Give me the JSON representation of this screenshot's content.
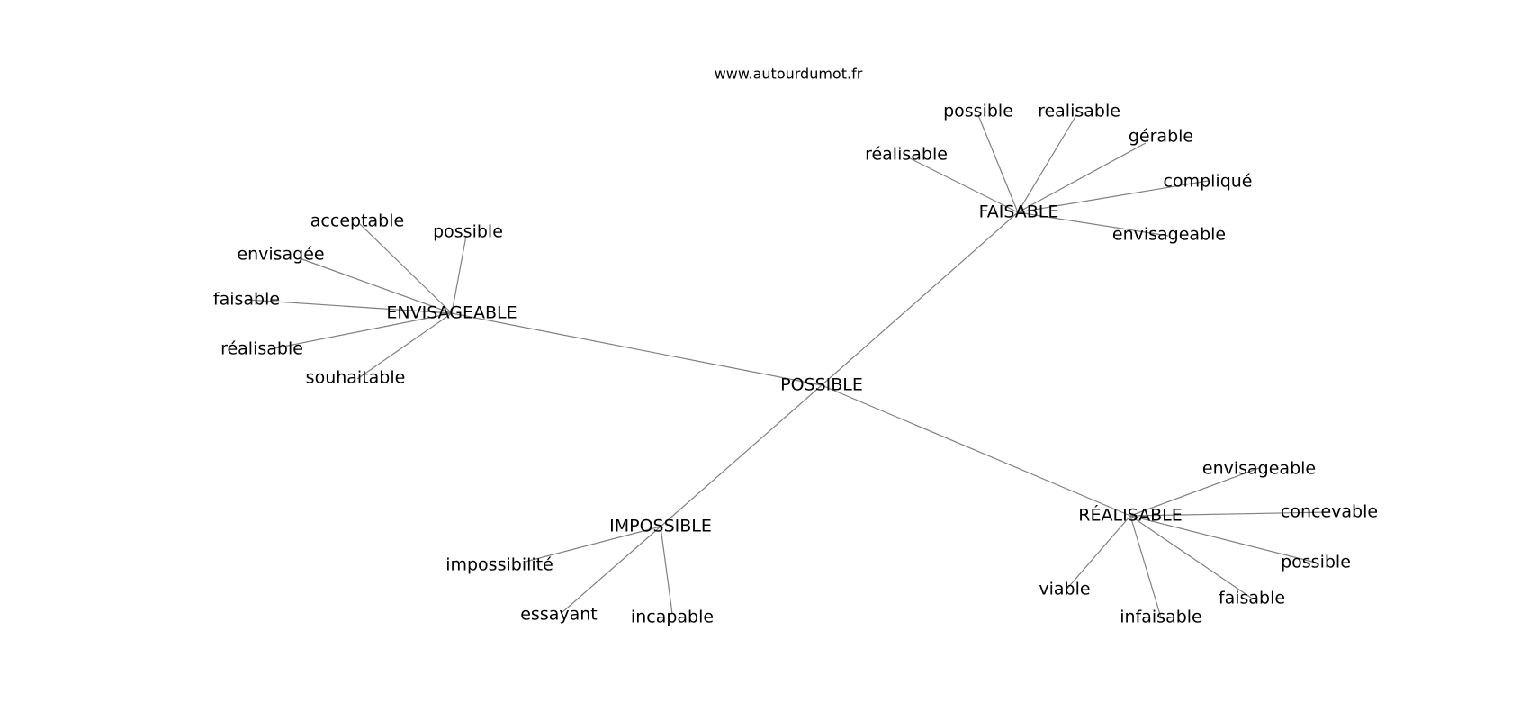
{
  "site": {
    "watermark": "www.autourdumot.fr"
  },
  "graph": {
    "center": "POSSIBLE",
    "branches": [
      {
        "id": "faisable",
        "label": "FAISABLE",
        "leaves": [
          "réalisable",
          "possible",
          "realisable",
          "gérable",
          "compliqué",
          "envisageable"
        ]
      },
      {
        "id": "envisageable",
        "label": "ENVISAGEABLE",
        "leaves": [
          "acceptable",
          "possible",
          "envisagée",
          "faisable",
          "réalisable",
          "souhaitable"
        ]
      },
      {
        "id": "impossible",
        "label": "IMPOSSIBLE",
        "leaves": [
          "impossibilité",
          "essayant",
          "incapable"
        ]
      },
      {
        "id": "realisable",
        "label": "RÉALISABLE",
        "leaves": [
          "envisageable",
          "concevable",
          "possible",
          "faisable",
          "infaisable",
          "viable"
        ]
      }
    ]
  },
  "colors": {
    "edge": "#808080",
    "text": "#000000",
    "background": "#ffffff"
  }
}
